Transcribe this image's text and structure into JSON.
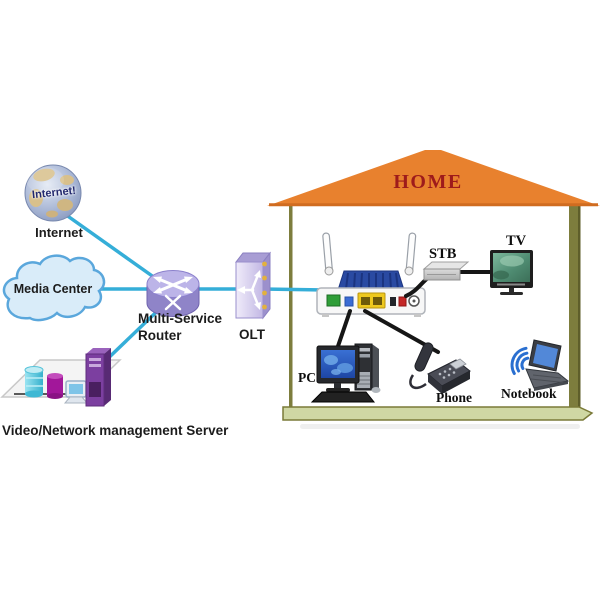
{
  "nodes": {
    "internet": {
      "label": "Internet",
      "globe_text": "Internet!"
    },
    "media_center": {
      "label": "Media Center"
    },
    "router": {
      "label": "Multi-Service\nRouter"
    },
    "olt": {
      "label": "OLT"
    },
    "server": {
      "label": "Video/Network management Server"
    }
  },
  "house": {
    "title": "HOME",
    "devices": {
      "stb": {
        "label": "STB"
      },
      "tv": {
        "label": "TV"
      },
      "pc": {
        "label": "PC"
      },
      "phone": {
        "label": "Phone"
      },
      "notebook": {
        "label": "Notebook"
      }
    }
  },
  "connections": [
    {
      "from": "Internet",
      "to": "Multi-Service Router",
      "style": "fiber-link"
    },
    {
      "from": "Media Center",
      "to": "Multi-Service Router",
      "style": "fiber-link"
    },
    {
      "from": "Video/Network management Server",
      "to": "Multi-Service Router",
      "style": "fiber-link"
    },
    {
      "from": "Multi-Service Router",
      "to": "OLT",
      "style": "fiber-link"
    },
    {
      "from": "OLT",
      "to": "ONT",
      "style": "fiber-link"
    },
    {
      "from": "ONT",
      "to": "STB",
      "style": "cable"
    },
    {
      "from": "STB",
      "to": "TV",
      "style": "cable"
    },
    {
      "from": "ONT",
      "to": "PC",
      "style": "cable"
    },
    {
      "from": "ONT",
      "to": "Phone",
      "style": "cable"
    },
    {
      "from": "ONT",
      "to": "Notebook",
      "style": "wireless"
    }
  ],
  "icons": [
    "globe-icon",
    "cloud-icon",
    "router-icon",
    "olt-icon",
    "server-icon",
    "ont-icon",
    "stb-icon",
    "tv-icon",
    "pc-icon",
    "phone-icon",
    "notebook-icon",
    "wifi-icon"
  ],
  "colors": {
    "link": "#35aed8",
    "cable": "#161616",
    "roof": "#e8812e",
    "roof_edge": "#d06c20",
    "home_text": "#9e1b1b",
    "wall": "#7d7d3d",
    "wall_dark": "#5e5e2a",
    "floor": "#cfd7a3",
    "floor_border": "#7a7a38",
    "ont_top": "#2a4aa2",
    "port_green": "#2f9e38",
    "port_yellow": "#eec81e",
    "port_red": "#c42727",
    "wifi": "#2a6fd0"
  }
}
